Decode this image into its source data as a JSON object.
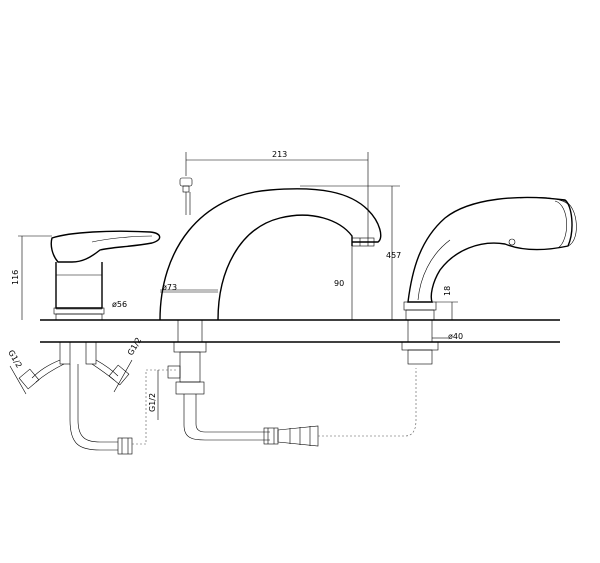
{
  "dimensions": {
    "spout_reach": "213",
    "total_height": "457",
    "spout_height": "90",
    "handle_height": "116",
    "spout_base_diameter": "ø73",
    "mixer_base_diameter": "ø56",
    "shower_socket_height": "18",
    "shower_socket_diameter": "ø40",
    "left_thread": "G1/2",
    "right_thread": "G1/2",
    "diverter_thread": "G1/2"
  }
}
